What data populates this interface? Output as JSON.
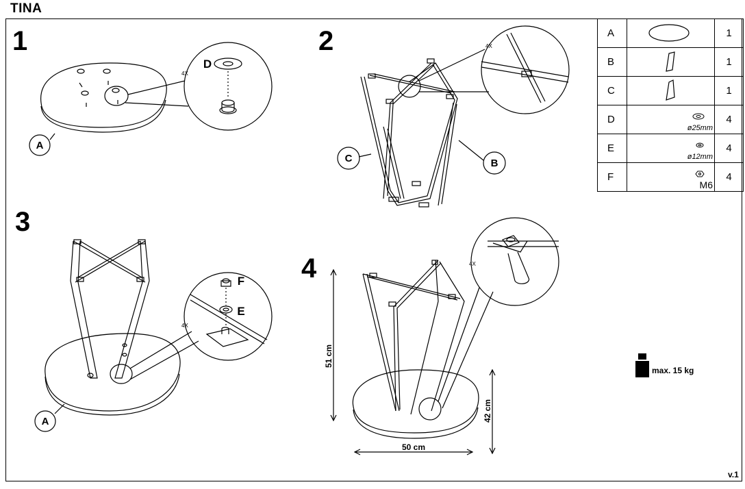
{
  "product_title": "TINA",
  "steps": [
    "1",
    "2",
    "3",
    "4"
  ],
  "callouts": {
    "four_x": "4X",
    "A": "A",
    "B": "B",
    "C": "C",
    "D": "D",
    "E": "E",
    "F": "F"
  },
  "parts": [
    {
      "letter": "A",
      "qty": "1",
      "dimension": ""
    },
    {
      "letter": "B",
      "qty": "1",
      "dimension": ""
    },
    {
      "letter": "C",
      "qty": "1",
      "dimension": ""
    },
    {
      "letter": "D",
      "qty": "4",
      "dimension": "ø25mm"
    },
    {
      "letter": "E",
      "qty": "4",
      "dimension": "ø12mm"
    },
    {
      "letter": "F",
      "qty": "4",
      "dimension": "M6"
    }
  ],
  "dimensions": {
    "height_total": "51 cm",
    "height_top": "42 cm",
    "width": "50 cm"
  },
  "max_load": "max. 15 kg",
  "version": "v.1"
}
